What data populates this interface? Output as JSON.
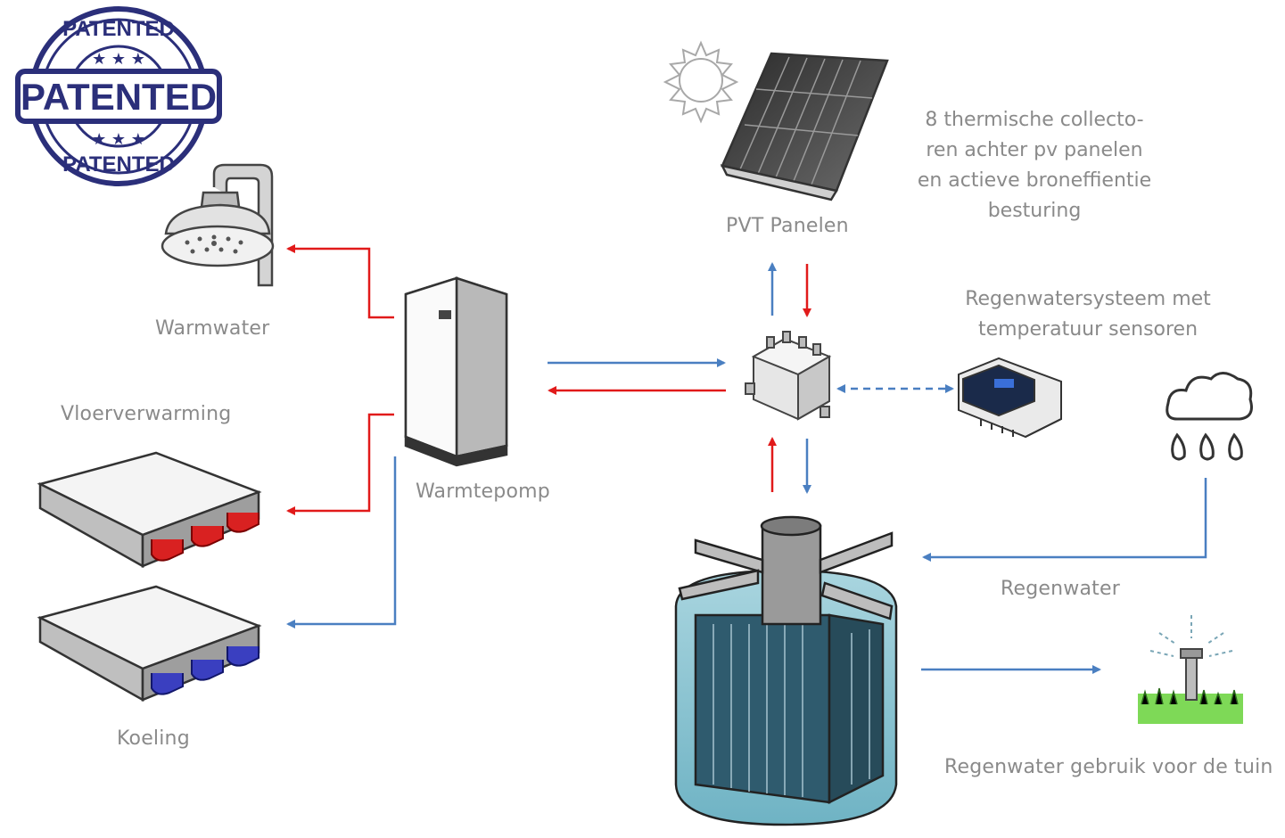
{
  "stamp": {
    "text_top": "PATENTED",
    "text_band": "PATENTED",
    "text_bottom": "PATENTED",
    "color": "#2b2f7a"
  },
  "labels": {
    "warmwater": "Warmwater",
    "vloerverwarming": "Vloerverwarming",
    "koeling": "Koeling",
    "warmtepomp": "Warmtepomp",
    "pvt_panelen": "PVT Panelen",
    "regenwater": "Regenwater",
    "regenwater_tuin": "Regenwater gebruik voor de tuin"
  },
  "descriptions": {
    "pvt": [
      "8 thermische collecto-",
      "ren achter pv panelen",
      "en actieve broneffientie",
      "besturing"
    ],
    "regen_systeem": [
      "Regenwatersysteem met",
      "temperatuur sensoren"
    ]
  },
  "colors": {
    "hot": "#e11a1a",
    "cold": "#4a7fc1",
    "label": "#8a8a8a"
  }
}
